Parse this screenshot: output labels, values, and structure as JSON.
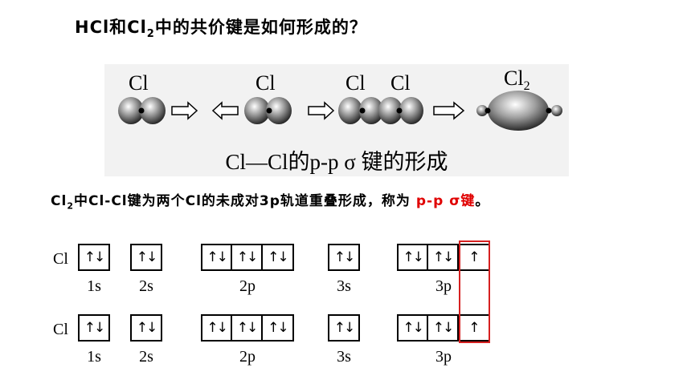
{
  "title": {
    "prefix": "HCl和Cl",
    "sub": "2",
    "suffix": "中的共价键是如何形成的？"
  },
  "figure": {
    "atom_labels": [
      "Cl",
      "Cl",
      "Cl",
      "Cl"
    ],
    "molecule_label_main": "Cl",
    "molecule_label_sub": "2",
    "caption": "Cl—Cl的p-p σ 键的形成"
  },
  "description": {
    "part1": "Cl",
    "sub": "2",
    "part2": "中Cl-Cl键为两个Cl的未成对3p轨道重叠形成，称为 ",
    "highlight": "p-p σ键",
    "end": "。"
  },
  "rows": [
    {
      "atom": "Cl",
      "orbitals": [
        {
          "name": "1s",
          "cells": [
            "↑↓"
          ]
        },
        {
          "name": "2s",
          "cells": [
            "↑↓"
          ]
        },
        {
          "name": "2p",
          "cells": [
            "↑↓",
            "↑↓",
            "↑↓"
          ]
        },
        {
          "name": "3s",
          "cells": [
            "↑↓"
          ]
        },
        {
          "name": "3p",
          "cells": [
            "↑↓",
            "↑↓",
            "↑"
          ]
        }
      ]
    },
    {
      "atom": "Cl",
      "orbitals": [
        {
          "name": "1s",
          "cells": [
            "↑↓"
          ]
        },
        {
          "name": "2s",
          "cells": [
            "↑↓"
          ]
        },
        {
          "name": "2p",
          "cells": [
            "↑↓",
            "↑↓",
            "↑↓"
          ]
        },
        {
          "name": "3s",
          "cells": [
            "↑↓"
          ]
        },
        {
          "name": "3p",
          "cells": [
            "↑↓",
            "↑↓",
            "↑"
          ]
        }
      ]
    }
  ],
  "colors": {
    "highlight": "#e00000",
    "overlap_box": "#d62020"
  }
}
